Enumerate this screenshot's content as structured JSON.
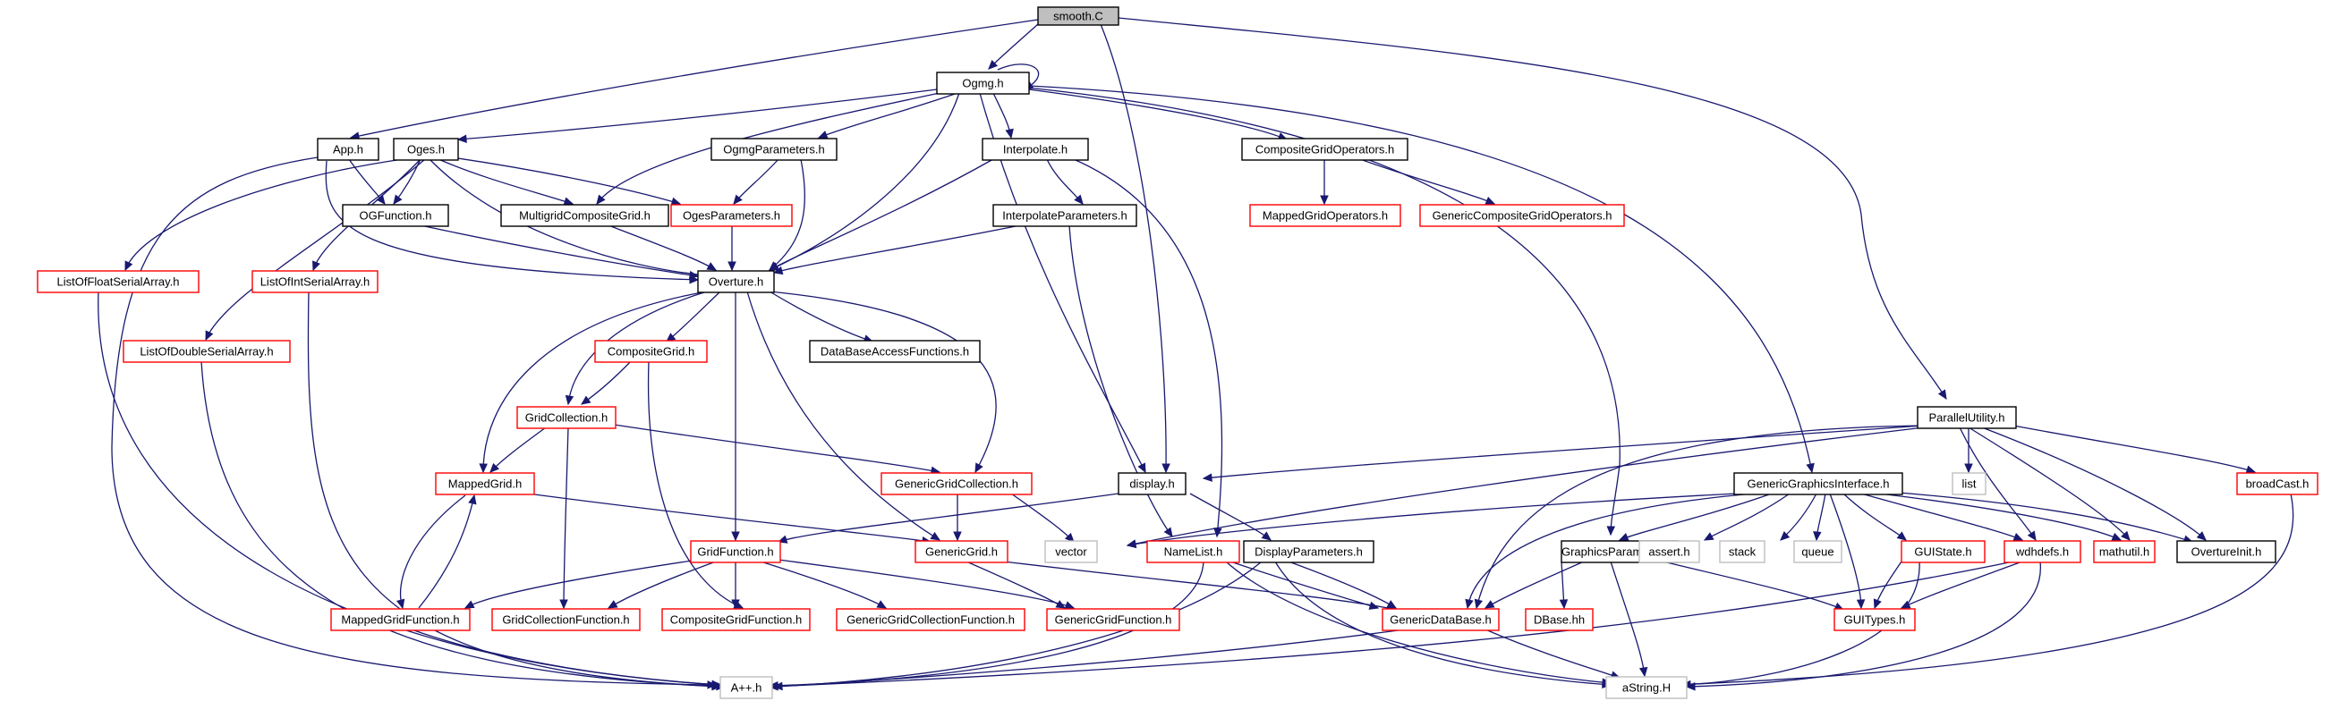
{
  "colors": {
    "edge": "#191970",
    "node_fill": "#ffffff",
    "root_fill": "#bfbfbf",
    "border_normal": "#000000",
    "border_red": "#ff0000",
    "border_gray": "#bfbfbf"
  },
  "nodes": [
    {
      "id": "smooth",
      "label": "smooth.C",
      "style": "root"
    },
    {
      "id": "ogmg",
      "label": "Ogmg.h",
      "style": "normal"
    },
    {
      "id": "app",
      "label": "App.h",
      "style": "normal"
    },
    {
      "id": "oges",
      "label": "Oges.h",
      "style": "normal"
    },
    {
      "id": "ogmgparams",
      "label": "OgmgParameters.h",
      "style": "normal"
    },
    {
      "id": "interpolate",
      "label": "Interpolate.h",
      "style": "normal"
    },
    {
      "id": "cgops",
      "label": "CompositeGridOperators.h",
      "style": "normal"
    },
    {
      "id": "ogfunction",
      "label": "OGFunction.h",
      "style": "normal"
    },
    {
      "id": "multigrid",
      "label": "MultigridCompositeGrid.h",
      "style": "normal"
    },
    {
      "id": "ogesparams",
      "label": "OgesParameters.h",
      "style": "red"
    },
    {
      "id": "interpparams",
      "label": "InterpolateParameters.h",
      "style": "normal"
    },
    {
      "id": "mgops",
      "label": "MappedGridOperators.h",
      "style": "red"
    },
    {
      "id": "gcgops",
      "label": "GenericCompositeGridOperators.h",
      "style": "red"
    },
    {
      "id": "lofloat",
      "label": "ListOfFloatSerialArray.h",
      "style": "red"
    },
    {
      "id": "loint",
      "label": "ListOfIntSerialArray.h",
      "style": "red"
    },
    {
      "id": "overture",
      "label": "Overture.h",
      "style": "normal"
    },
    {
      "id": "lodouble",
      "label": "ListOfDoubleSerialArray.h",
      "style": "red"
    },
    {
      "id": "compgrid",
      "label": "CompositeGrid.h",
      "style": "red"
    },
    {
      "id": "dbaf",
      "label": "DataBaseAccessFunctions.h",
      "style": "normal"
    },
    {
      "id": "gridcoll",
      "label": "GridCollection.h",
      "style": "red"
    },
    {
      "id": "parallel",
      "label": "ParallelUtility.h",
      "style": "normal"
    },
    {
      "id": "list",
      "label": "list",
      "style": "gray"
    },
    {
      "id": "broadcast",
      "label": "broadCast.h",
      "style": "red"
    },
    {
      "id": "mappedgrid",
      "label": "MappedGrid.h",
      "style": "red"
    },
    {
      "id": "ggc",
      "label": "GenericGridCollection.h",
      "style": "red"
    },
    {
      "id": "display",
      "label": "display.h",
      "style": "normal"
    },
    {
      "id": "ggi",
      "label": "GenericGraphicsInterface.h",
      "style": "normal"
    },
    {
      "id": "gridfunc",
      "label": "GridFunction.h",
      "style": "red"
    },
    {
      "id": "genericgrid",
      "label": "GenericGrid.h",
      "style": "red"
    },
    {
      "id": "vector",
      "label": "vector",
      "style": "gray"
    },
    {
      "id": "namelist",
      "label": "NameList.h",
      "style": "red"
    },
    {
      "id": "dispparams",
      "label": "DisplayParameters.h",
      "style": "normal"
    },
    {
      "id": "gfxparams",
      "label": "GraphicsParameters.h",
      "style": "normal"
    },
    {
      "id": "assert",
      "label": "assert.h",
      "style": "gray"
    },
    {
      "id": "stack",
      "label": "stack",
      "style": "gray"
    },
    {
      "id": "queue",
      "label": "queue",
      "style": "gray"
    },
    {
      "id": "guistate",
      "label": "GUIState.h",
      "style": "red"
    },
    {
      "id": "wdhdefs",
      "label": "wdhdefs.h",
      "style": "red"
    },
    {
      "id": "mathutil",
      "label": "mathutil.h",
      "style": "red"
    },
    {
      "id": "overtureinit",
      "label": "OvertureInit.h",
      "style": "normal"
    },
    {
      "id": "mgfunc",
      "label": "MappedGridFunction.h",
      "style": "red"
    },
    {
      "id": "gcfunc",
      "label": "GridCollectionFunction.h",
      "style": "red"
    },
    {
      "id": "cgfunc",
      "label": "CompositeGridFunction.h",
      "style": "red"
    },
    {
      "id": "ggcfunc",
      "label": "GenericGridCollectionFunction.h",
      "style": "red"
    },
    {
      "id": "ggfunc",
      "label": "GenericGridFunction.h",
      "style": "red"
    },
    {
      "id": "gdb",
      "label": "GenericDataBase.h",
      "style": "red"
    },
    {
      "id": "dbase",
      "label": "DBase.hh",
      "style": "red"
    },
    {
      "id": "guitypes",
      "label": "GUITypes.h",
      "style": "red"
    },
    {
      "id": "app2",
      "label": "A++.h",
      "style": "gray"
    },
    {
      "id": "astring",
      "label": "aString.H",
      "style": "gray"
    }
  ]
}
